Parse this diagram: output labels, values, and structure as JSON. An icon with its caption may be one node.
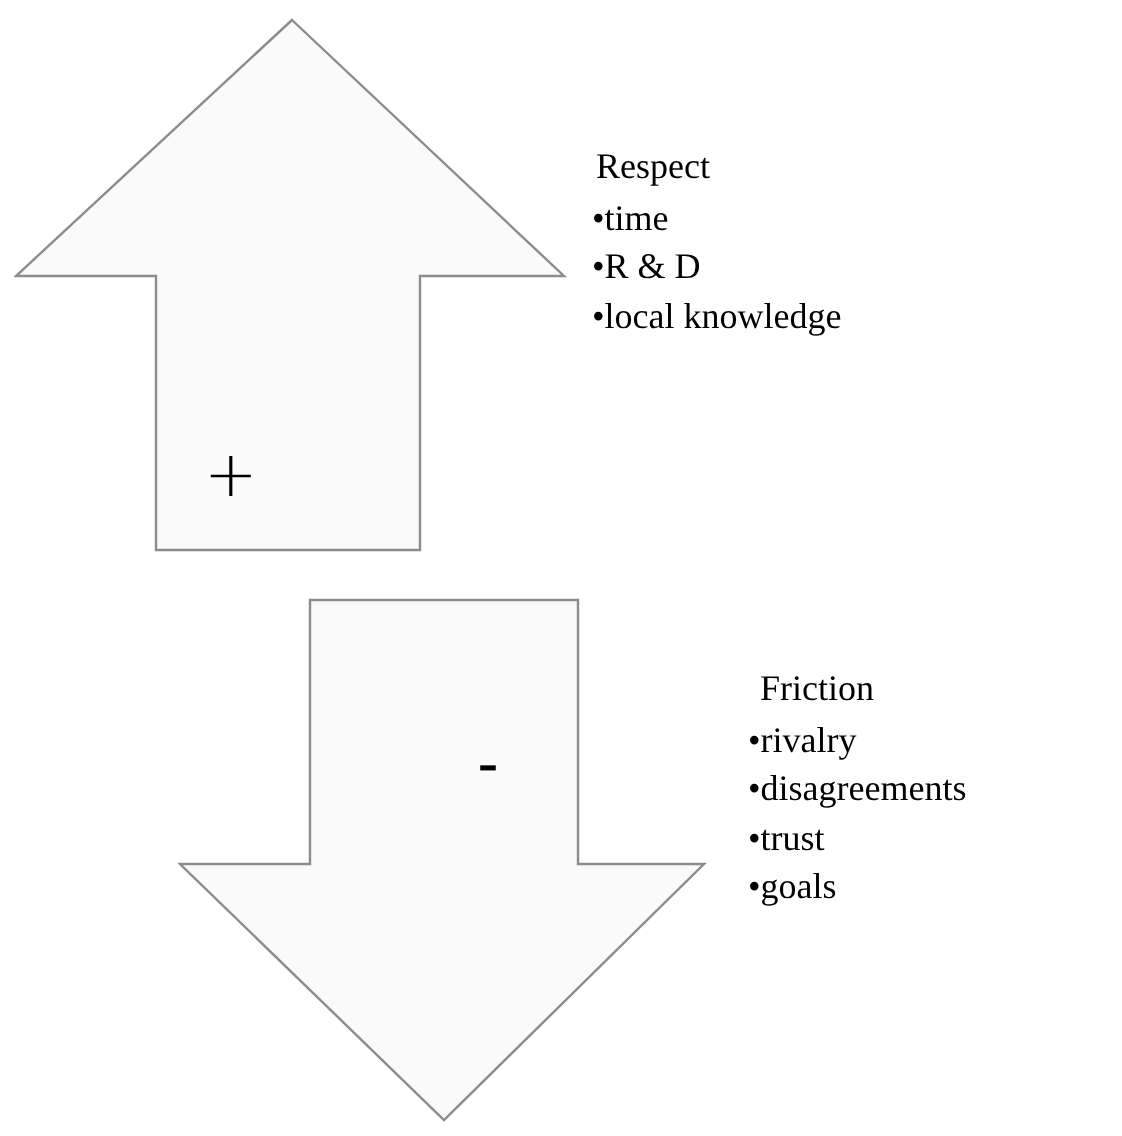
{
  "diagram": {
    "nodes": [
      {
        "text": [
          "+"
        ]
      },
      {
        "text": [
          "-"
        ]
      }
    ],
    "edges": [],
    "labels": [
      "Respect",
      "•time",
      "•R & D",
      "•local knowledge",
      "Friction",
      "•rivalry",
      "•disagreements",
      "•trust",
      "•goals"
    ]
  }
}
